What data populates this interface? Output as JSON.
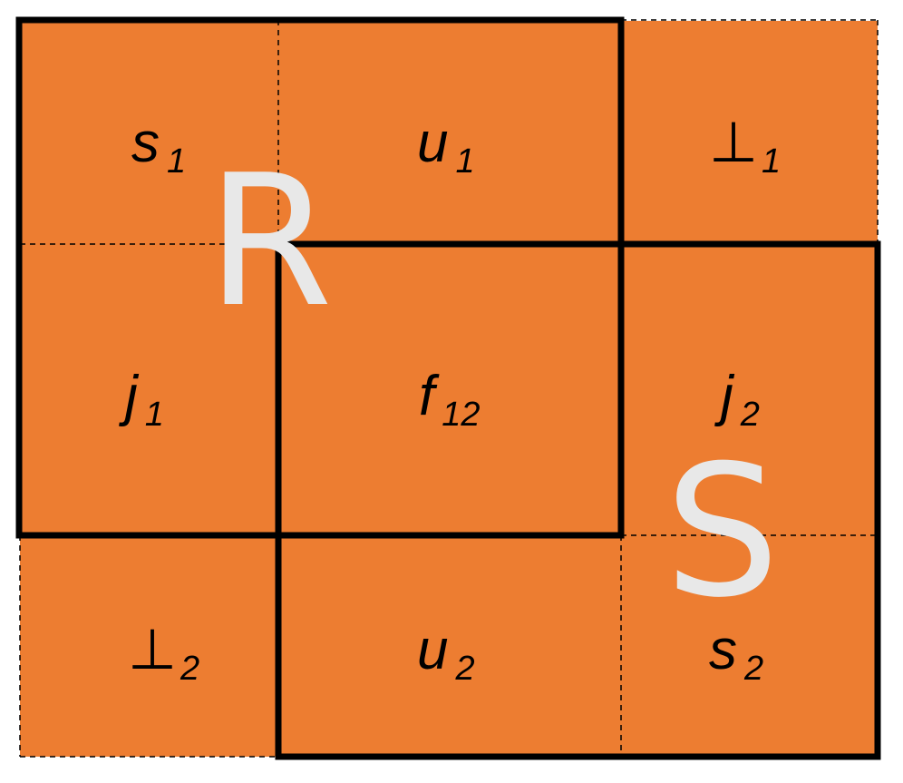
{
  "colors": {
    "fill": "#ED7D31",
    "border": "#000000",
    "big_letter": "#E8E8E8"
  },
  "relations": {
    "r": "R",
    "s": "S"
  },
  "cells": {
    "s1": {
      "base": "s",
      "sub": "1"
    },
    "u1": {
      "base": "u",
      "sub": "1"
    },
    "bot1": {
      "base": "⊥",
      "sub": "1"
    },
    "j1": {
      "base": "j",
      "sub": "1"
    },
    "f12": {
      "base": "f",
      "sub": "12"
    },
    "j2": {
      "base": "j",
      "sub": "2"
    },
    "bot2": {
      "base": "⊥",
      "sub": "2"
    },
    "u2": {
      "base": "u",
      "sub": "2"
    },
    "s2": {
      "base": "s",
      "sub": "2"
    }
  }
}
